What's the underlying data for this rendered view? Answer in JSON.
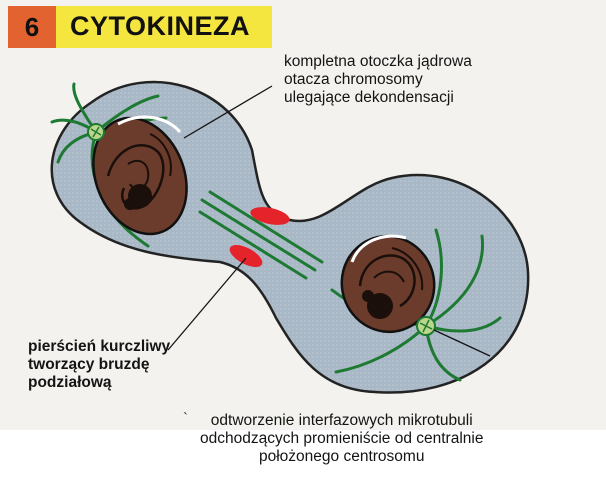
{
  "header": {
    "number": "6",
    "title": "CYTOKINEZA"
  },
  "labels": {
    "nuclear_envelope": [
      "kompletna otoczka jądrowa",
      "otacza chromosomy",
      "ulegające dekondensacji"
    ],
    "contractile_ring": [
      "pierścień kurczliwy",
      "tworzący bruzdę",
      "podziałową"
    ],
    "microtubules": [
      "odtworzenie interfazowych mikrotubuli",
      "odchodzących promieniście od centralnie",
      "położonego centrosomu"
    ]
  },
  "colors": {
    "cell_fill": "#a9b8c6",
    "cell_outline": "#232323",
    "nucleus": "#6b3c2c",
    "microtubule": "#1e7a33",
    "contractile_ring": "#e5232b",
    "header_yellow": "#f5e63f",
    "header_orange": "#e2632f"
  }
}
